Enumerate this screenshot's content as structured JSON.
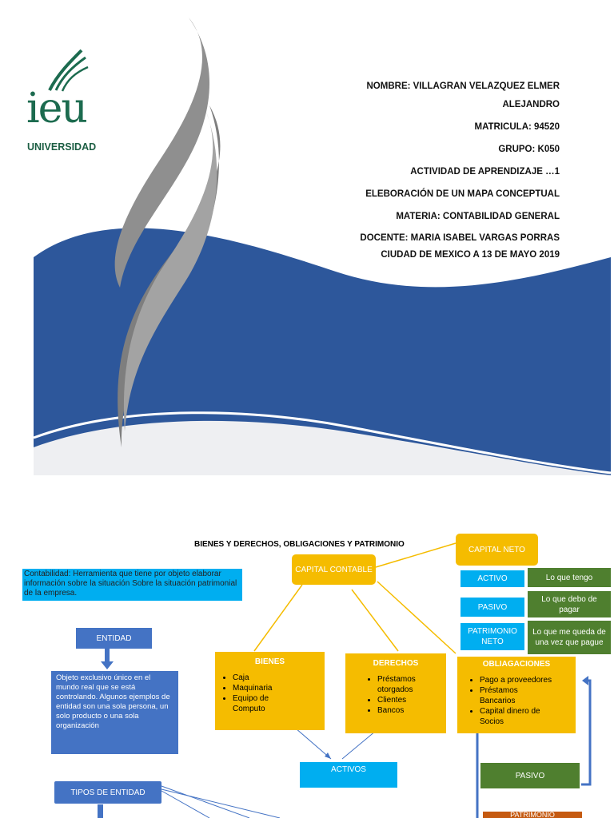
{
  "logo": {
    "letters": "ieu",
    "word": "UNIVERSIDAD"
  },
  "cover": {
    "nombre_line1": "NOMBRE: VILLAGRAN VELAZQUEZ ELMER",
    "nombre_line2": "ALEJANDRO",
    "matricula": "MATRICULA: 94520",
    "grupo": "GRUPO: K050",
    "actividad": "ACTIVIDAD DE APRENDIZAJE …1",
    "elaboracion": "ELEBORACIÓN DE UN MAPA CONCEPTUAL",
    "materia": "MATERIA: CONTABILIDAD GENERAL",
    "docente": "DOCENTE: MARIA ISABEL VARGAS PORRAS",
    "ciudad": "CIUDAD DE MEXICO A 13 DE MAYO 2019"
  },
  "map": {
    "title": "BIENES Y DERECHOS, OBLIGACIONES Y PATRIMONIO",
    "definition": "Contabilidad: Herramienta que tiene por objeto elaborar información sobre la situación Sobre la situación patrimonial de la empresa.",
    "capital_contable": "CAPITAL CONTABLE",
    "capital_neto": "CAPITAL NETO",
    "activo": "ACTIVO",
    "activo_desc": "Lo que tengo",
    "pasivo": "PASIVO",
    "pasivo_desc": "Lo que debo de pagar",
    "patrimonio_neto": "PATRIMONIO NETO",
    "patrimonio_desc": "Lo que me queda de una vez que pague",
    "entidad": "ENTIDAD",
    "entidad_desc": "Objeto exclusivo único en el mundo real que se está controlando. Algunos ejemplos de entidad son una sola persona, un solo producto o una sola organización",
    "bienes": {
      "title": "BIENES",
      "items": [
        "Caja",
        "Maquinaria",
        "Equipo de Computo"
      ]
    },
    "derechos": {
      "title": "DERECHOS",
      "items": [
        "Préstamos otorgados",
        "Clientes",
        "Bancos"
      ]
    },
    "obligaciones": {
      "title": "OBLIAGACIONES",
      "items": [
        "Pago a proveedores",
        "Préstamos Bancarios",
        "Capital dinero de Socios"
      ]
    },
    "activos": "ACTIVOS",
    "pasivo_green": "PASIVO",
    "tipos_entidad": "TIPOS DE ENTIDAD",
    "patrimonio_cut": "PATRIMONIO"
  }
}
